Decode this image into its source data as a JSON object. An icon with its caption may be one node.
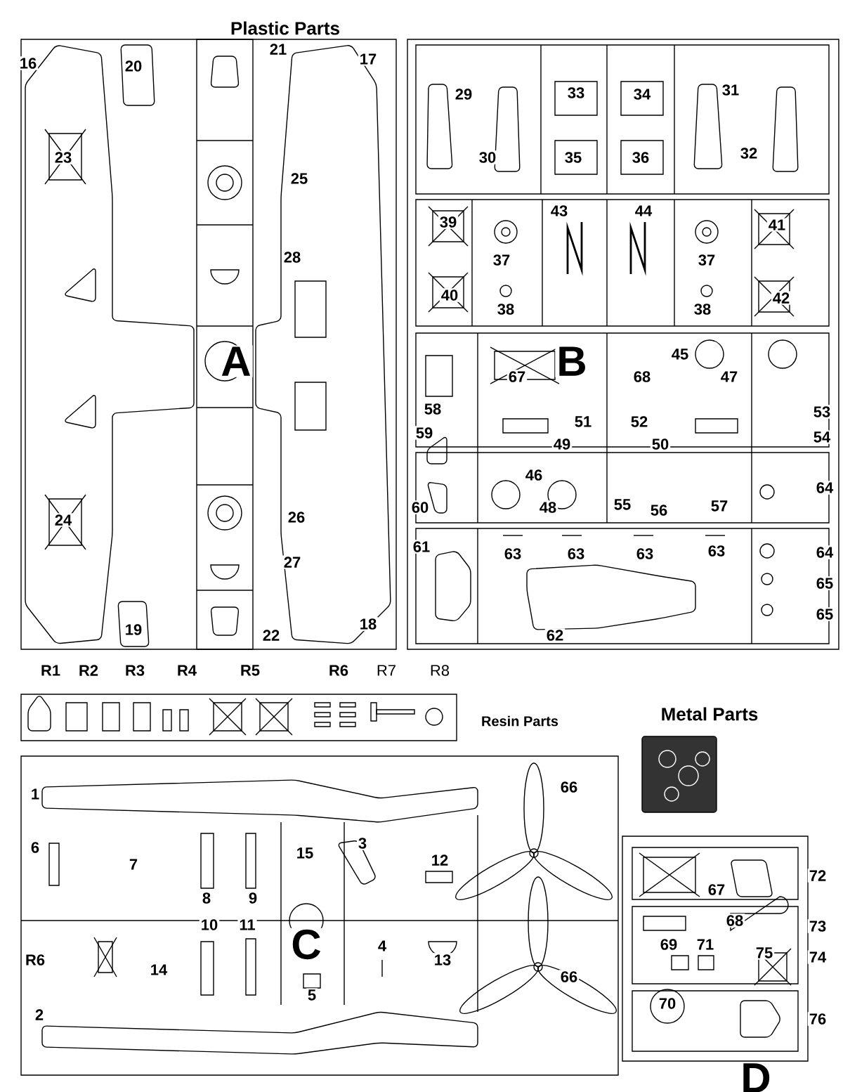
{
  "diagram": {
    "title": "Plastic Parts",
    "labels": [
      "16",
      "20",
      "21",
      "17",
      "23",
      "25",
      "28",
      "A",
      "24",
      "26",
      "27",
      "19",
      "22",
      "18",
      "29",
      "33",
      "34",
      "31",
      "30",
      "35",
      "36",
      "32",
      "39",
      "43",
      "44",
      "41",
      "37",
      "37",
      "40",
      "42",
      "38",
      "38",
      "B",
      "67",
      "68",
      "45",
      "47",
      "58",
      "51",
      "52",
      "53",
      "59",
      "49",
      "50",
      "54",
      "46",
      "64",
      "60",
      "48",
      "55",
      "56",
      "57",
      "61",
      "63",
      "63",
      "63",
      "63",
      "64",
      "65",
      "65",
      "62",
      "R1",
      "R2",
      "R3",
      "R4",
      "R5",
      "R6",
      "R7",
      "R8",
      "Resin Parts",
      "1",
      "66",
      "6",
      "7",
      "15",
      "3",
      "12",
      "8",
      "9",
      "10",
      "11",
      "R6",
      "14",
      "C",
      "4",
      "13",
      "66",
      "5",
      "2",
      "Metal Parts",
      "72",
      "67",
      "73",
      "68",
      "69",
      "71",
      "75",
      "74",
      "70",
      "76",
      "D"
    ]
  }
}
